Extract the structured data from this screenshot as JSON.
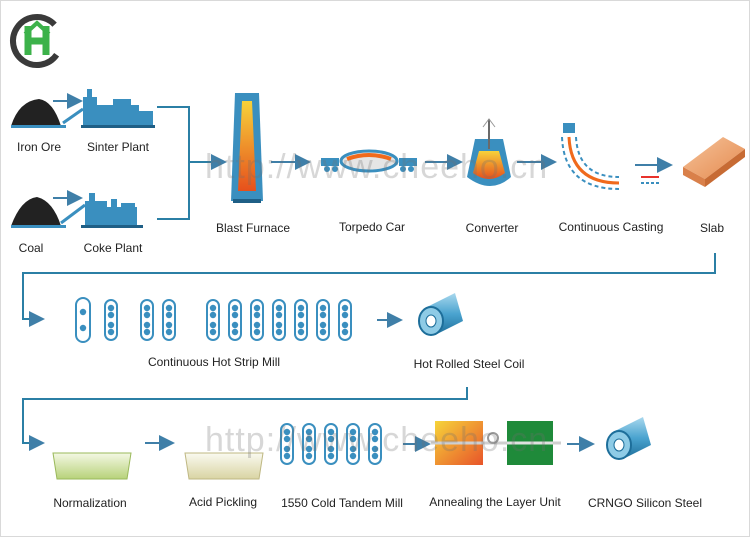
{
  "labels": {
    "iron_ore": "Iron Ore",
    "sinter_plant": "Sinter Plant",
    "coal": "Coal",
    "coke_plant": "Coke Plant",
    "blast_furnace": "Blast Furnace",
    "torpedo_car": "Torpedo Car",
    "converter": "Converter",
    "continuous_casting": "Continuous Casting",
    "slab": "Slab",
    "hot_strip_mill": "Continuous Hot Strip Mill",
    "hot_rolled_coil": "Hot Rolled Steel Coil",
    "normalization": "Normalization",
    "acid_pickling": "Acid Pickling",
    "cold_tandem_mill": "1550 Cold Tandem Mill",
    "annealing": "Annealing the Layer Unit",
    "crngo": "CRNGO Silicon Steel"
  },
  "watermark": {
    "top": "http://www.cheeho.cn",
    "bottom": "http://www.cheeho.cn"
  },
  "colors": {
    "flow_line": "#2b7fa5",
    "arrow": "#3f7fa8",
    "logo_green": "#3cb24a",
    "logo_dark": "#3a3a3a",
    "molten": "#f06a1c",
    "strip_red": "#e8322c",
    "strip_yellow": "#f5e042",
    "roller_blue": "#3a8fbf"
  }
}
